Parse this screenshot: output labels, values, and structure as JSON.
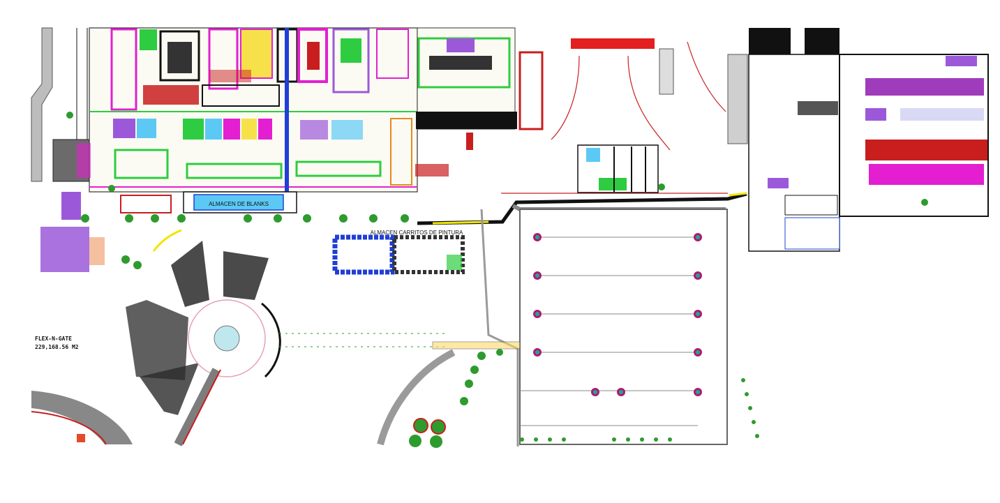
{
  "labels": {
    "almacen_blanks": "ALMACEN DE BLANKS",
    "almacen_carritos": "ALMACEN CARRITOS DE PINTURA",
    "site_name": "FLEX-N-GATE",
    "site_area": "229,168.56  M2"
  },
  "colors": {
    "blank_area": "#5cc9f5",
    "magenta_zone": "#e31fd1",
    "purple_zone": "#9b59d9",
    "green_zone": "#2ecc40",
    "parking_blue": "#1f3fd6",
    "road_red": "#c81e1e",
    "road_gray": "#7d7d7d",
    "tree_green": "#2e9b2e"
  }
}
